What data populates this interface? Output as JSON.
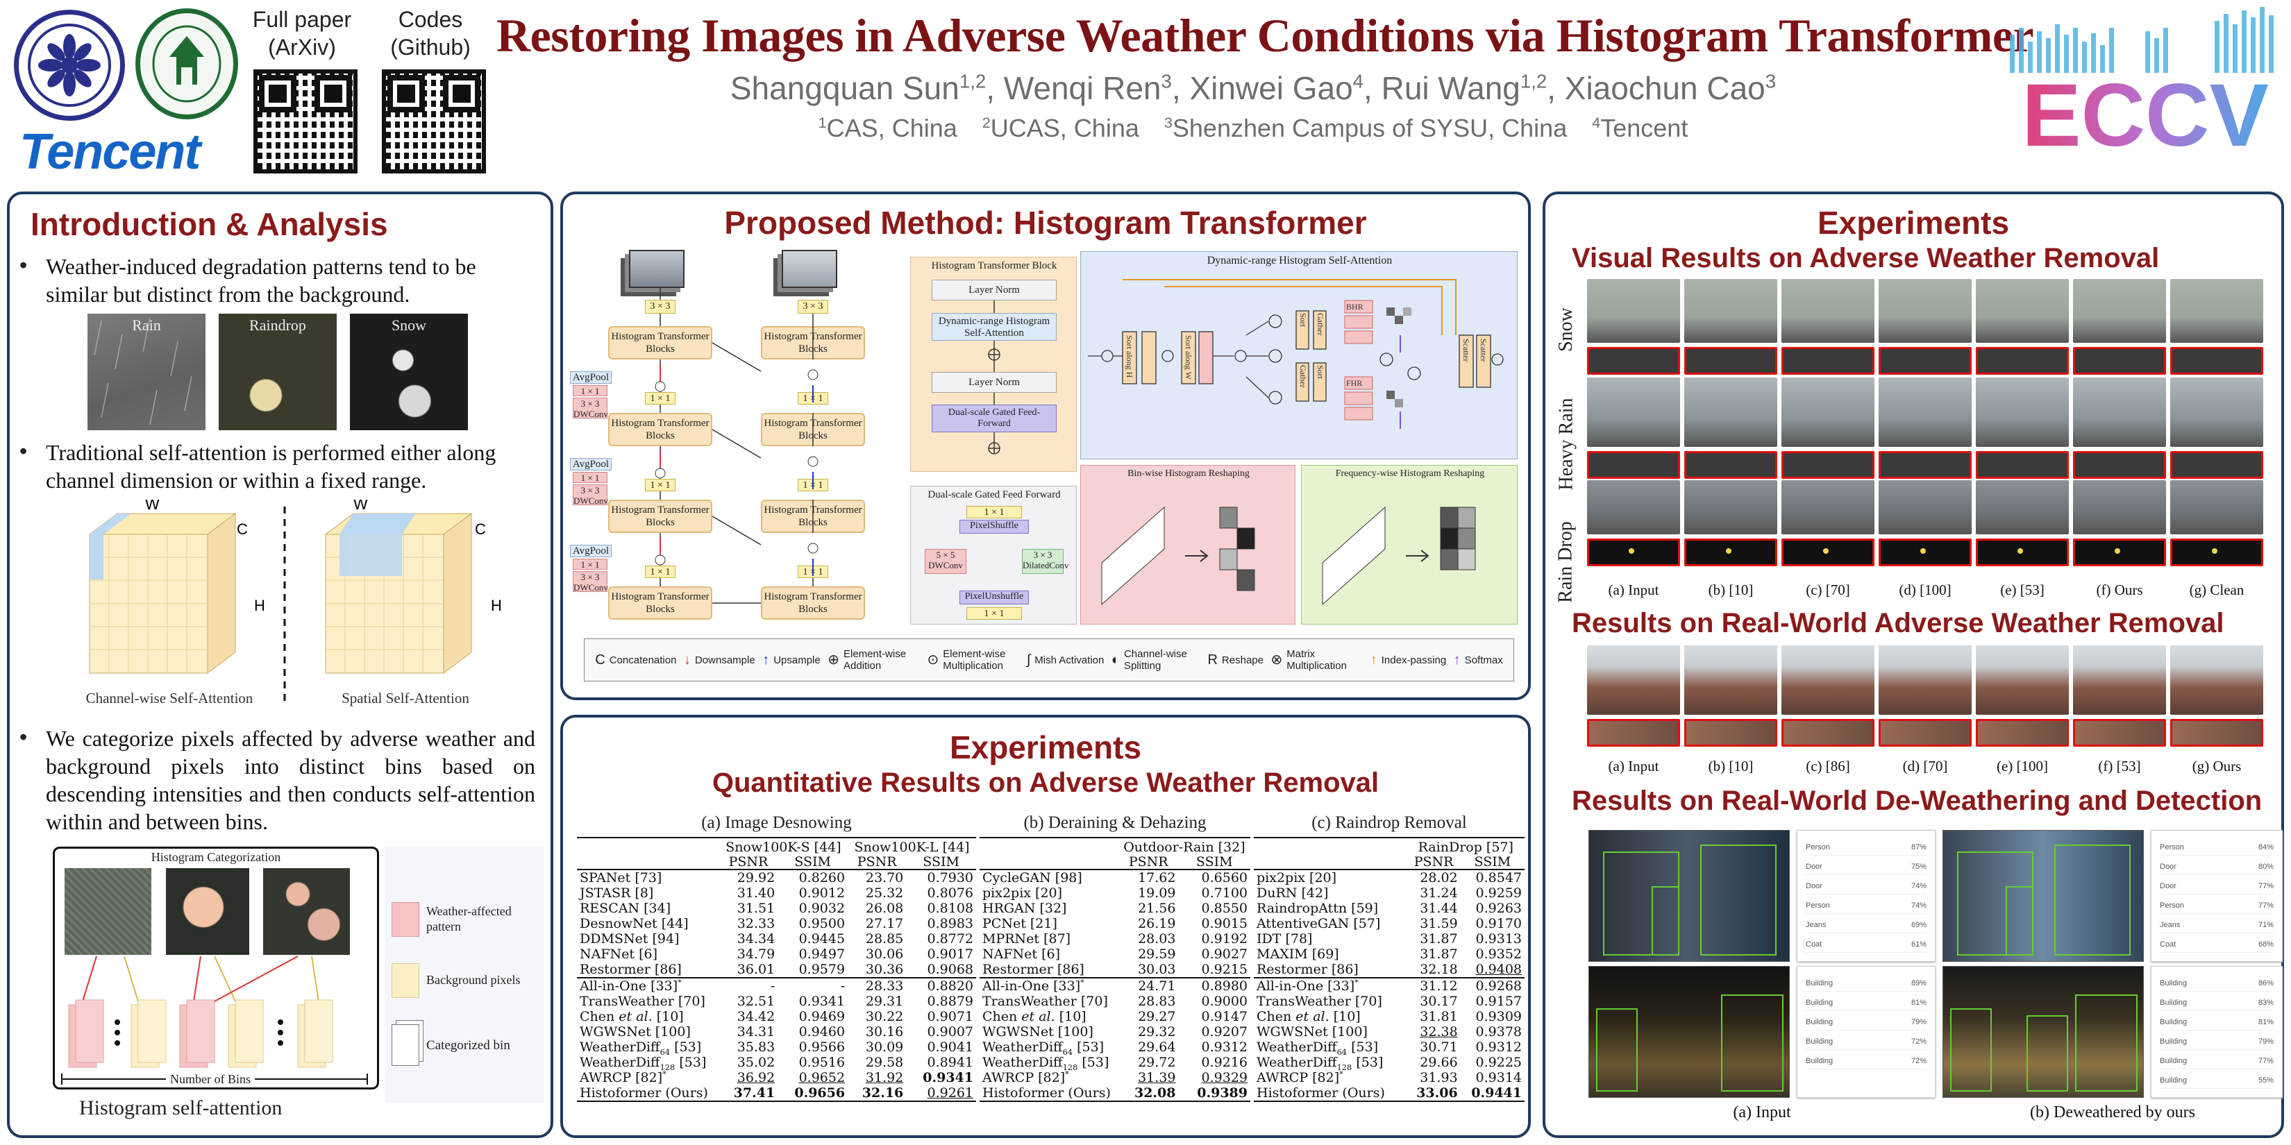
{
  "header": {
    "title": "Restoring Images in Adverse Weather Conditions via Histogram Transformer",
    "authors": [
      {
        "name": "Shangquan Sun",
        "sup": "1,2"
      },
      {
        "name": "Wenqi Ren",
        "sup": "3"
      },
      {
        "name": "Xinwei Gao",
        "sup": "4"
      },
      {
        "name": "Rui Wang",
        "sup": "1,2"
      },
      {
        "name": "Xiaochun Cao",
        "sup": "3"
      }
    ],
    "affiliations": [
      {
        "sup": "1",
        "name": "CAS, China"
      },
      {
        "sup": "2",
        "name": "UCAS, China"
      },
      {
        "sup": "3",
        "name": "Shenzhen Campus of SYSU, China"
      },
      {
        "sup": "4",
        "name": "Tencent"
      }
    ],
    "qr_paper_label": "Full paper\n(ArXiv)",
    "qr_code_label": "Codes\n(Github)",
    "tencent": "Tencent",
    "eccv": "ECCV"
  },
  "intro": {
    "title": "Introduction & Analysis",
    "bullet1": "Weather-induced degradation patterns tend to be similar but distinct from the background.",
    "img_labels": [
      "Rain",
      "Raindrop",
      "Snow"
    ],
    "bullet2": "Traditional self-attention is performed either along channel dimension or within a fixed range.",
    "cube_labels": {
      "w": "W",
      "c": "C",
      "h": "H"
    },
    "cube_caps": [
      "Channel-wise Self-Attention",
      "Spatial Self-Attention"
    ],
    "bullet3": "We categorize pixels affected by adverse weather and background pixels into distinct bins based on descending intensities and then conducts self-attention within and between bins.",
    "hist_title": "Histogram Categorization",
    "legend": [
      "Weather-affected pattern",
      "Background pixels",
      "Categorized bin"
    ],
    "num_bins": "Number of Bins",
    "hist_caption": "Histogram self-attention"
  },
  "method": {
    "title": "Proposed Method: Histogram Transformer",
    "htb": "Histogram Transformer Blocks",
    "avgpool": "AvgPool",
    "conv11": "1 × 1",
    "conv33": "3 × 3",
    "dwconv": "DWConv",
    "block_title": "Histogram Transformer Block",
    "layer_norm": "Layer Norm",
    "dhsa": "Dynamic-range Histogram Self-Attention",
    "dgff": "Dual-scale Gated Feed-Forward",
    "dgff_title": "Dual-scale Gated Feed Forward",
    "pixel_shuffle": "PixelShuffle",
    "pixel_unshuffle": "PixelUnshuffle",
    "dw55": "5 × 5",
    "dilated": "DilatedConv",
    "dhsa_title": "Dynamic-range Histogram Self-Attention",
    "bhr": "BHR",
    "fhr": "FHR",
    "sort": "Sort",
    "gather": "Gather",
    "scatter": "Scatter",
    "along_h": "along H",
    "along_w": "along W",
    "bin_reshape": "Bin-wise Histogram Reshaping",
    "freq_reshape": "Frequency-wise Histogram Reshaping",
    "legend": [
      {
        "sym": "C",
        "label": "Concatenation"
      },
      {
        "sym": "↓",
        "label": "Downsample"
      },
      {
        "sym": "↑",
        "label": "Upsample"
      },
      {
        "sym": "⊕",
        "label": "Element-wise Addition"
      },
      {
        "sym": "⊙",
        "label": "Element-wise Multiplication"
      },
      {
        "sym": "∫",
        "label": "Mish Activation"
      },
      {
        "sym": "◐",
        "label": "Channel-wise Splitting"
      },
      {
        "sym": "R",
        "label": "Reshape"
      },
      {
        "sym": "⊗",
        "label": "Matrix Multiplication"
      },
      {
        "sym": "↑",
        "label": "Index-passing"
      },
      {
        "sym": "↑",
        "label": "Softmax"
      }
    ]
  },
  "experiments_mid": {
    "title": "Experiments",
    "subtitle": "Quantitative Results on Adverse Weather Removal",
    "table_a": {
      "caption": "(a) Image Desnowing",
      "datasets": [
        "Snow100K-S [44]",
        "Snow100K-L [44]"
      ],
      "metrics": [
        "PSNR",
        "SSIM",
        "PSNR",
        "SSIM"
      ],
      "rows_top": [
        [
          "SPANet [73]",
          "29.92",
          "0.8260",
          "23.70",
          "0.7930"
        ],
        [
          "JSTASR [8]",
          "31.40",
          "0.9012",
          "25.32",
          "0.8076"
        ],
        [
          "RESCAN [34]",
          "31.51",
          "0.9032",
          "26.08",
          "0.8108"
        ],
        [
          "DesnowNet [44]",
          "32.33",
          "0.9500",
          "27.17",
          "0.8983"
        ],
        [
          "DDMSNet [94]",
          "34.34",
          "0.9445",
          "28.85",
          "0.8772"
        ],
        [
          "NAFNet [6]",
          "34.79",
          "0.9497",
          "30.06",
          "0.9017"
        ],
        [
          "Restormer [86]",
          "36.01",
          "0.9579",
          "30.36",
          "0.9068"
        ]
      ],
      "rows_bottom": [
        [
          "All-in-One [33]*",
          "-",
          "-",
          "28.33",
          "0.8820"
        ],
        [
          "TransWeather [70]",
          "32.51",
          "0.9341",
          "29.31",
          "0.8879"
        ],
        [
          "Chen et al. [10]",
          "34.42",
          "0.9469",
          "30.22",
          "0.9071"
        ],
        [
          "WGWSNet [100]",
          "34.31",
          "0.9460",
          "30.16",
          "0.9007"
        ],
        [
          "WeatherDiff64 [53]",
          "35.83",
          "0.9566",
          "30.09",
          "0.9041"
        ],
        [
          "WeatherDiff128 [53]",
          "35.02",
          "0.9516",
          "29.58",
          "0.8941"
        ],
        [
          "AWRCP [82]*",
          "36.92",
          "0.9652",
          "31.92",
          "0.9341"
        ],
        [
          "Histoformer (Ours)",
          "37.41",
          "0.9656",
          "32.16",
          "0.9261"
        ]
      ]
    },
    "table_b": {
      "caption": "(b) Deraining & Dehazing",
      "datasets": [
        "Outdoor-Rain [32]"
      ],
      "metrics": [
        "PSNR",
        "SSIM"
      ],
      "rows_top": [
        [
          "CycleGAN [98]",
          "17.62",
          "0.6560"
        ],
        [
          "pix2pix [20]",
          "19.09",
          "0.7100"
        ],
        [
          "HRGAN [32]",
          "21.56",
          "0.8550"
        ],
        [
          "PCNet [21]",
          "26.19",
          "0.9015"
        ],
        [
          "MPRNet [87]",
          "28.03",
          "0.9192"
        ],
        [
          "NAFNet [6]",
          "29.59",
          "0.9027"
        ],
        [
          "Restormer [86]",
          "30.03",
          "0.9215"
        ]
      ],
      "rows_bottom": [
        [
          "All-in-One [33]*",
          "24.71",
          "0.8980"
        ],
        [
          "TransWeather [70]",
          "28.83",
          "0.9000"
        ],
        [
          "Chen et al. [10]",
          "29.27",
          "0.9147"
        ],
        [
          "WGWSNet [100]",
          "29.32",
          "0.9207"
        ],
        [
          "WeatherDiff64 [53]",
          "29.64",
          "0.9312"
        ],
        [
          "WeatherDiff128 [53]",
          "29.72",
          "0.9216"
        ],
        [
          "AWRCP [82]*",
          "31.39",
          "0.9329"
        ],
        [
          "Histoformer (Ours)",
          "32.08",
          "0.9389"
        ]
      ]
    },
    "table_c": {
      "caption": "(c) Raindrop Removal",
      "datasets": [
        "RainDrop [57]"
      ],
      "metrics": [
        "PSNR",
        "SSIM"
      ],
      "rows_top": [
        [
          "pix2pix [20]",
          "28.02",
          "0.8547"
        ],
        [
          "DuRN [42]",
          "31.24",
          "0.9259"
        ],
        [
          "RaindropAttn [59]",
          "31.44",
          "0.9263"
        ],
        [
          "AttentiveGAN [57]",
          "31.59",
          "0.9170"
        ],
        [
          "IDT [78]",
          "31.87",
          "0.9313"
        ],
        [
          "MAXIM [69]",
          "31.87",
          "0.9352"
        ],
        [
          "Restormer [86]",
          "32.18",
          "0.9408"
        ]
      ],
      "rows_bottom": [
        [
          "All-in-One [33]*",
          "31.12",
          "0.9268"
        ],
        [
          "TransWeather [70]",
          "30.17",
          "0.9157"
        ],
        [
          "Chen et al. [10]",
          "31.81",
          "0.9309"
        ],
        [
          "WGWSNet [100]",
          "32.38",
          "0.9378"
        ],
        [
          "WeatherDiff64 [53]",
          "30.71",
          "0.9312"
        ],
        [
          "WeatherDiff128 [53]",
          "29.66",
          "0.9225"
        ],
        [
          "AWRCP [82]*",
          "31.93",
          "0.9314"
        ],
        [
          "Histoformer (Ours)",
          "33.06",
          "0.9441"
        ]
      ]
    }
  },
  "experiments_right": {
    "title": "Experiments",
    "visual_title": "Visual Results on Adverse Weather Removal",
    "row_labels": [
      "Snow",
      "Heavy Rain",
      "Rain Drop"
    ],
    "visual_cols": [
      "(a)  Input",
      "(b)  [10]",
      "(c)  [70]",
      "(d)  [100]",
      "(e)  [53]",
      "(f)  Ours",
      "(g)  Clean"
    ],
    "realworld_title": "Results on Real-World Adverse Weather Removal",
    "realworld_cols": [
      "(a)  Input",
      "(b)  [10]",
      "(c)  [86]",
      "(d)  [70]",
      "(e)  [100]",
      "(f)  [53]",
      "(g)  Ours"
    ],
    "detect_title": "Results on Real-World De-Weathering and Detection",
    "detect_input": [
      {
        "label": "Person",
        "score": "87%"
      },
      {
        "label": "Door",
        "score": "75%"
      },
      {
        "label": "Door",
        "score": "74%"
      },
      {
        "label": "Person",
        "score": "74%"
      },
      {
        "label": "Jeans",
        "score": "69%"
      },
      {
        "label": "Coat",
        "score": "61%"
      }
    ],
    "detect_ours": [
      {
        "label": "Person",
        "score": "84%"
      },
      {
        "label": "Door",
        "score": "80%"
      },
      {
        "label": "Door",
        "score": "77%"
      },
      {
        "label": "Person",
        "score": "77%"
      },
      {
        "label": "Jeans",
        "score": "71%"
      },
      {
        "label": "Coat",
        "score": "68%"
      }
    ],
    "detect_input2": [
      {
        "label": "Building",
        "score": "89%"
      },
      {
        "label": "Building",
        "score": "81%"
      },
      {
        "label": "Building",
        "score": "79%"
      },
      {
        "label": "Building",
        "score": "72%"
      },
      {
        "label": "Building",
        "score": "72%"
      }
    ],
    "detect_ours2": [
      {
        "label": "Building",
        "score": "86%"
      },
      {
        "label": "Building",
        "score": "83%"
      },
      {
        "label": "Building",
        "score": "81%"
      },
      {
        "label": "Building",
        "score": "79%"
      },
      {
        "label": "Building",
        "score": "77%"
      },
      {
        "label": "Building",
        "score": "55%"
      }
    ],
    "detect_caps": [
      "(a) Input",
      "(b) Deweathered by ours"
    ]
  }
}
